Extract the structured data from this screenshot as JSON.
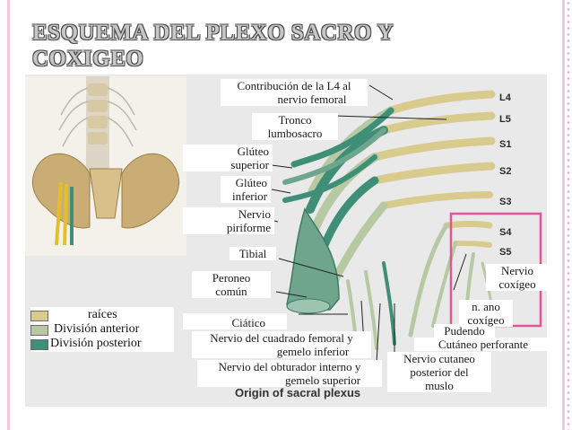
{
  "slide": {
    "title_line1": "ESQUEMA DEL PLEXO SACRO Y",
    "title_line2": "COXIGEO"
  },
  "legend": {
    "items": [
      {
        "label": "raíces",
        "color": "#d9cb8d"
      },
      {
        "label": "División anterior",
        "color": "#b7c9a3"
      },
      {
        "label": "División posterior",
        "color": "#3f8f78"
      }
    ]
  },
  "levels": [
    "L4",
    "L5",
    "S1",
    "S2",
    "S3",
    "S4",
    "S5"
  ],
  "labels": {
    "contribucion": {
      "l1": "Contribución de la L4 al",
      "l2": "nervio femoral"
    },
    "tronco": {
      "l1": "Tronco",
      "l2": "lumbosacro"
    },
    "gluteo_sup": {
      "l1": "Glúteo",
      "l2": "superior"
    },
    "gluteo_inf": {
      "l1": "Glúteo",
      "l2": "inferior"
    },
    "piriforme": {
      "l1": "Nervio",
      "l2": "piriforme"
    },
    "tibial": "Tibial",
    "peroneo": {
      "l1": "Peroneo",
      "l2": "común"
    },
    "ciatico": "Ciático",
    "cuadrado": {
      "l1": "Nervio del cuadrado femoral y",
      "l2": "gemelo inferior"
    },
    "obturador": {
      "l1": "Nervio del obturador interno y",
      "l2": "gemelo superior"
    },
    "cutaneo_post": {
      "l1": "Nervio cutaneo",
      "l2": "posterior del",
      "l3": "muslo"
    },
    "cutaneo_perf": "Cutáneo perforante",
    "pudendo": "Pudendo",
    "ano_coxigeo": {
      "l1": "n. ano",
      "l2": "coxígeo"
    },
    "coxigeo": {
      "l1": "Nervio",
      "l2": "coxígeo"
    }
  },
  "caption": "Origin of sacral plexus",
  "colors": {
    "highlight_box": "#e0559a",
    "panel": "#e9e9e9"
  }
}
